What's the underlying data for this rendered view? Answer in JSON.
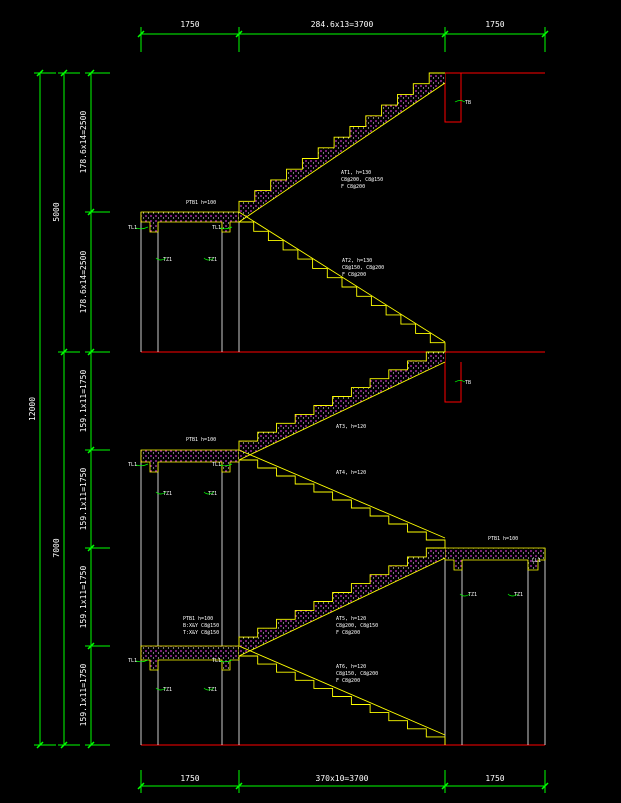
{
  "colors": {
    "background": "#000000",
    "dimension": "#00ff00",
    "stair": "#ffff00",
    "slab": "#ff0000",
    "outline": "#ffffff",
    "hatch": "#cc33cc",
    "label": "#ffffff"
  },
  "dimensions": {
    "top": [
      "1750",
      "284.6x13=3700",
      "1750"
    ],
    "bottom": [
      "1750",
      "370x10=3700",
      "1750"
    ],
    "left_inner": [
      "178.6x14=2500",
      "178.6x14=2500",
      "159.1x11=1750",
      "159.1x11=1750",
      "159.1x11=1750",
      "159.1x11=1750"
    ],
    "left_middle": [
      "5000",
      "7000"
    ],
    "left_outer": "12000"
  },
  "annotations": {
    "tb_label": "TB",
    "slab_top": "PTB1 h=100",
    "slab_mid": "PTB1 h=100",
    "slab_right": "PTB1 h=100",
    "slab_low": "PTB1 h=100",
    "slab_low_line2": "B:X&Y C8@150",
    "slab_low_line3": "T:X&Y C8@150",
    "flight1_line1": "AT1, h=130",
    "flight1_line2": "C8@200, C8@150",
    "flight1_line3": "F C8@200",
    "flight2_line1": "AT2, h=130",
    "flight2_line2": "C8@150, C8@200",
    "flight2_line3": "F C8@200",
    "flight3_line1": "AT3, h=120",
    "flight4_line1": "AT4, h=120",
    "flight5_line1": "AT5, h=120",
    "flight5_line2": "C8@200, C8@150",
    "flight5_line3": "F C8@200",
    "flight6_line1": "AT6, h=120",
    "flight6_line2": "C8@150, C8@200",
    "flight6_line3": "F C8@200",
    "beam_label": "TL1",
    "beam_label2": "TZ1",
    "slab_wall_label": "LL1"
  }
}
